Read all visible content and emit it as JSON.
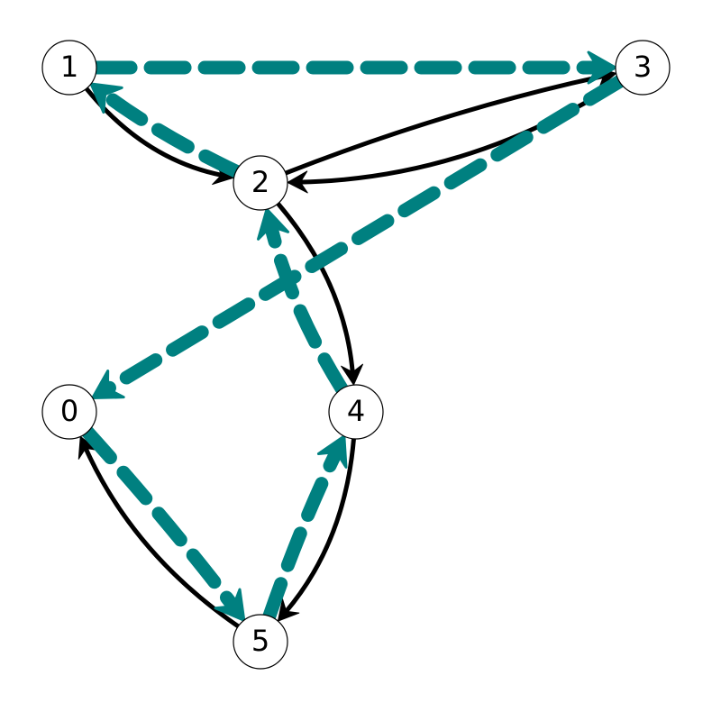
{
  "diagram": {
    "colors": {
      "black_edge": "#000000",
      "highlight_edge": "#008080",
      "node_fill": "#ffffff",
      "node_stroke": "#000000"
    },
    "nodes": [
      {
        "id": "0",
        "label": "0"
      },
      {
        "id": "1",
        "label": "1"
      },
      {
        "id": "2",
        "label": "2"
      },
      {
        "id": "3",
        "label": "3"
      },
      {
        "id": "4",
        "label": "4"
      },
      {
        "id": "5",
        "label": "5"
      }
    ],
    "edges": [
      {
        "from": "1",
        "to": "2",
        "style": "solid"
      },
      {
        "from": "3",
        "to": "2",
        "style": "solid"
      },
      {
        "from": "2",
        "to": "3",
        "style": "solid"
      },
      {
        "from": "2",
        "to": "4",
        "style": "solid"
      },
      {
        "from": "4",
        "to": "5",
        "style": "solid"
      },
      {
        "from": "5",
        "to": "0",
        "style": "solid"
      },
      {
        "from": "0",
        "to": "5",
        "style": "highlight"
      },
      {
        "from": "5",
        "to": "4",
        "style": "highlight"
      },
      {
        "from": "4",
        "to": "2",
        "style": "highlight"
      },
      {
        "from": "2",
        "to": "1",
        "style": "highlight"
      },
      {
        "from": "1",
        "to": "3",
        "style": "highlight"
      },
      {
        "from": "3",
        "to": "0",
        "style": "highlight"
      }
    ]
  }
}
